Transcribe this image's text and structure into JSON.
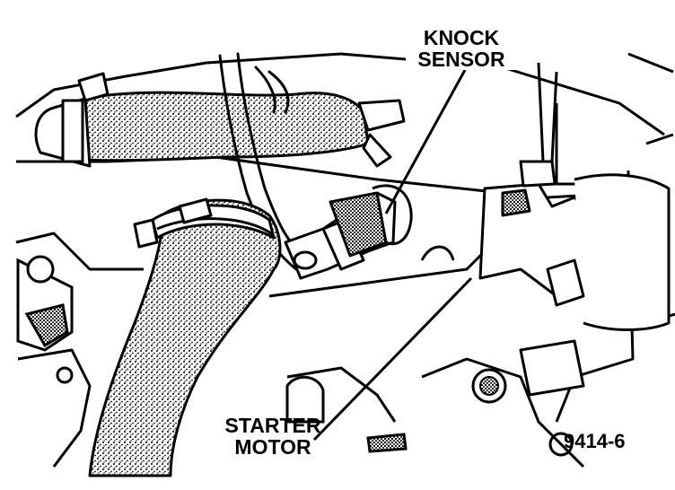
{
  "labels": {
    "knock_sensor_line1": "KNOCK",
    "knock_sensor_line2": "SENSOR",
    "starter_motor_line1": "STARTER",
    "starter_motor_line2": "MOTOR",
    "figure_number": "9414-6"
  },
  "colors": {
    "ink": "#000000",
    "paper": "#ffffff"
  }
}
